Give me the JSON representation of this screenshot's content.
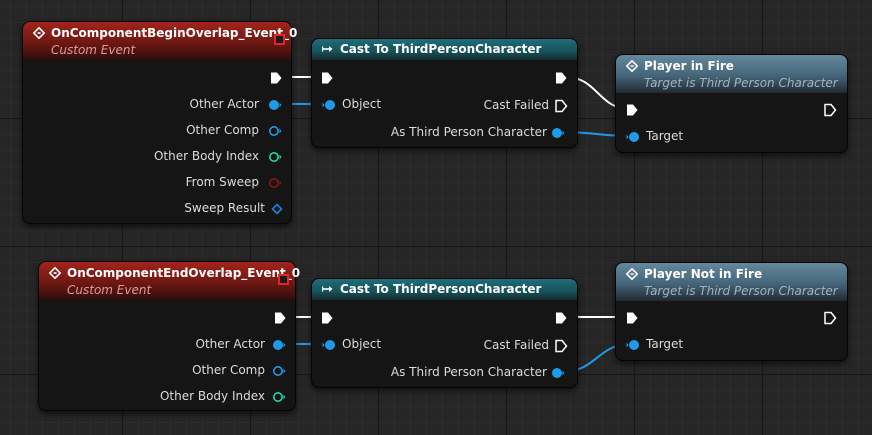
{
  "colors": {
    "canvas_bg": "#262626",
    "event_header": "#a3241c",
    "cast_header": "#1f6e79",
    "function_header": "#64889e",
    "object_pin": "#1e9be8",
    "component_pin": "#1e9be8",
    "int_pin": "#1ed8a8",
    "bool_pin": "#8b1414",
    "struct_pin": "#1e7fe0",
    "exec_pin": "#ffffff"
  },
  "nodes": {
    "begin_event": {
      "title": "OnComponentBeginOverlap_Event_0",
      "subtitle": "Custom Event",
      "icon": "event-diamond-icon",
      "pins": {
        "other_actor": "Other Actor",
        "other_comp": "Other Comp",
        "other_body_index": "Other Body Index",
        "from_sweep": "From Sweep",
        "sweep_result": "Sweep Result"
      }
    },
    "cast_1": {
      "title": "Cast To ThirdPersonCharacter",
      "icon": "cast-arrow-icon",
      "pins": {
        "object": "Object",
        "cast_failed": "Cast Failed",
        "as_character": "As Third Person Character"
      }
    },
    "player_in_fire": {
      "title": "Player in Fire",
      "subtitle": "Target is Third Person Character",
      "icon": "function-icon",
      "pins": {
        "target": "Target"
      }
    },
    "end_event": {
      "title": "OnComponentEndOverlap_Event_0",
      "subtitle": "Custom Event",
      "icon": "event-diamond-icon",
      "pins": {
        "other_actor": "Other Actor",
        "other_comp": "Other Comp",
        "other_body_index": "Other Body Index"
      }
    },
    "cast_2": {
      "title": "Cast To ThirdPersonCharacter",
      "icon": "cast-arrow-icon",
      "pins": {
        "object": "Object",
        "cast_failed": "Cast Failed",
        "as_character": "As Third Person Character"
      }
    },
    "player_not_in_fire": {
      "title": "Player Not in Fire",
      "subtitle": "Target is Third Person Character",
      "icon": "function-icon",
      "pins": {
        "target": "Target"
      }
    }
  }
}
